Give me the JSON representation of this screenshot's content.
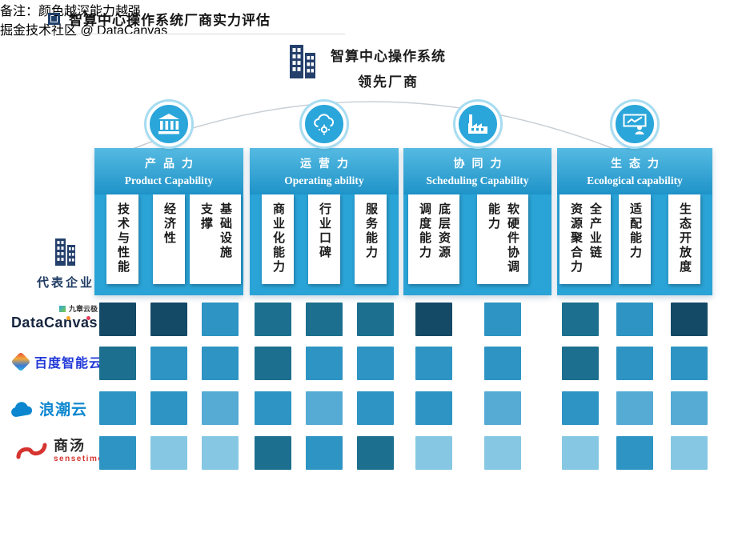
{
  "page": {
    "title": "智算中心操作系统厂商实力评估",
    "center_title_line1": "智算中心操作系统",
    "center_title_line2": "领先厂商",
    "representative_label": "代表企业",
    "note": "备注：颜色越深能力越强",
    "watermark": "掘金技术社区 @ DataCanvas"
  },
  "colors": {
    "panel_blue": "#2aa3d6",
    "navy": "#1f3b63",
    "level_strongest": "#154a66",
    "level_strong": "#1c6f8e",
    "level_medium": "#2e94c3",
    "level_light": "#55abd4",
    "level_lightest": "#86c8e3"
  },
  "groups": [
    {
      "name_cn": "产品力",
      "name_en": "Product Capability",
      "icon": "bank-icon",
      "cards": [
        "技术与性能",
        "经济性",
        "基础设施\n支撑"
      ]
    },
    {
      "name_cn": "运营力",
      "name_en": "Operating ability",
      "icon": "cloud-gear-icon",
      "cards": [
        "商业化能力",
        "行业口碑",
        "服务能力"
      ]
    },
    {
      "name_cn": "协同力",
      "name_en": "Scheduling Capability",
      "icon": "factory-icon",
      "cards": [
        "底层资源\n调度能力",
        "软硬件协调\n能力"
      ]
    },
    {
      "name_cn": "生态力",
      "name_en": "Ecological capability",
      "icon": "presenter-icon",
      "cards": [
        "全产业链\n资源聚合力",
        "适配能力",
        "生态开放度"
      ]
    }
  ],
  "companies": [
    {
      "name": "九章云极 DataCanvas",
      "logo_small": "九章云极",
      "logo_main": "DataCanvas"
    },
    {
      "name": "百度智能云",
      "logo_text": "百度智能云"
    },
    {
      "name": "浪潮云",
      "logo_text": "浪潮云"
    },
    {
      "name": "商汤",
      "logo_text": "商汤",
      "logo_sub": "sensetime"
    }
  ],
  "matrix": {
    "columns": [
      "技术与性能",
      "经济性",
      "基础设施支撑",
      "商业化能力",
      "行业口碑",
      "服务能力",
      "底层资源调度能力",
      "软硬件协调能力",
      "全产业链资源聚合力",
      "适配能力",
      "生态开放度"
    ],
    "rows": [
      {
        "company": "九章云极 DataCanvas",
        "cells": [
          "#154a66",
          "#154a66",
          "#2e94c3",
          "#1c6f8e",
          "#1c6f8e",
          "#1c6f8e",
          "#154a66",
          "#2e94c3",
          "#1c6f8e",
          "#2e94c3",
          "#154a66"
        ]
      },
      {
        "company": "百度智能云",
        "cells": [
          "#1c6f8e",
          "#2e94c3",
          "#2e94c3",
          "#1c6f8e",
          "#2e94c3",
          "#2e94c3",
          "#2e94c3",
          "#2e94c3",
          "#1c6f8e",
          "#2e94c3",
          "#2e94c3"
        ]
      },
      {
        "company": "浪潮云",
        "cells": [
          "#2e94c3",
          "#2e94c3",
          "#55abd4",
          "#2e94c3",
          "#55abd4",
          "#2e94c3",
          "#2e94c3",
          "#55abd4",
          "#2e94c3",
          "#55abd4",
          "#55abd4"
        ]
      },
      {
        "company": "商汤",
        "cells": [
          "#2e94c3",
          "#86c8e3",
          "#86c8e3",
          "#1c6f8e",
          "#2e94c3",
          "#1c6f8e",
          "#86c8e3",
          "#86c8e3",
          "#86c8e3",
          "#2e94c3",
          "#86c8e3"
        ]
      }
    ]
  }
}
